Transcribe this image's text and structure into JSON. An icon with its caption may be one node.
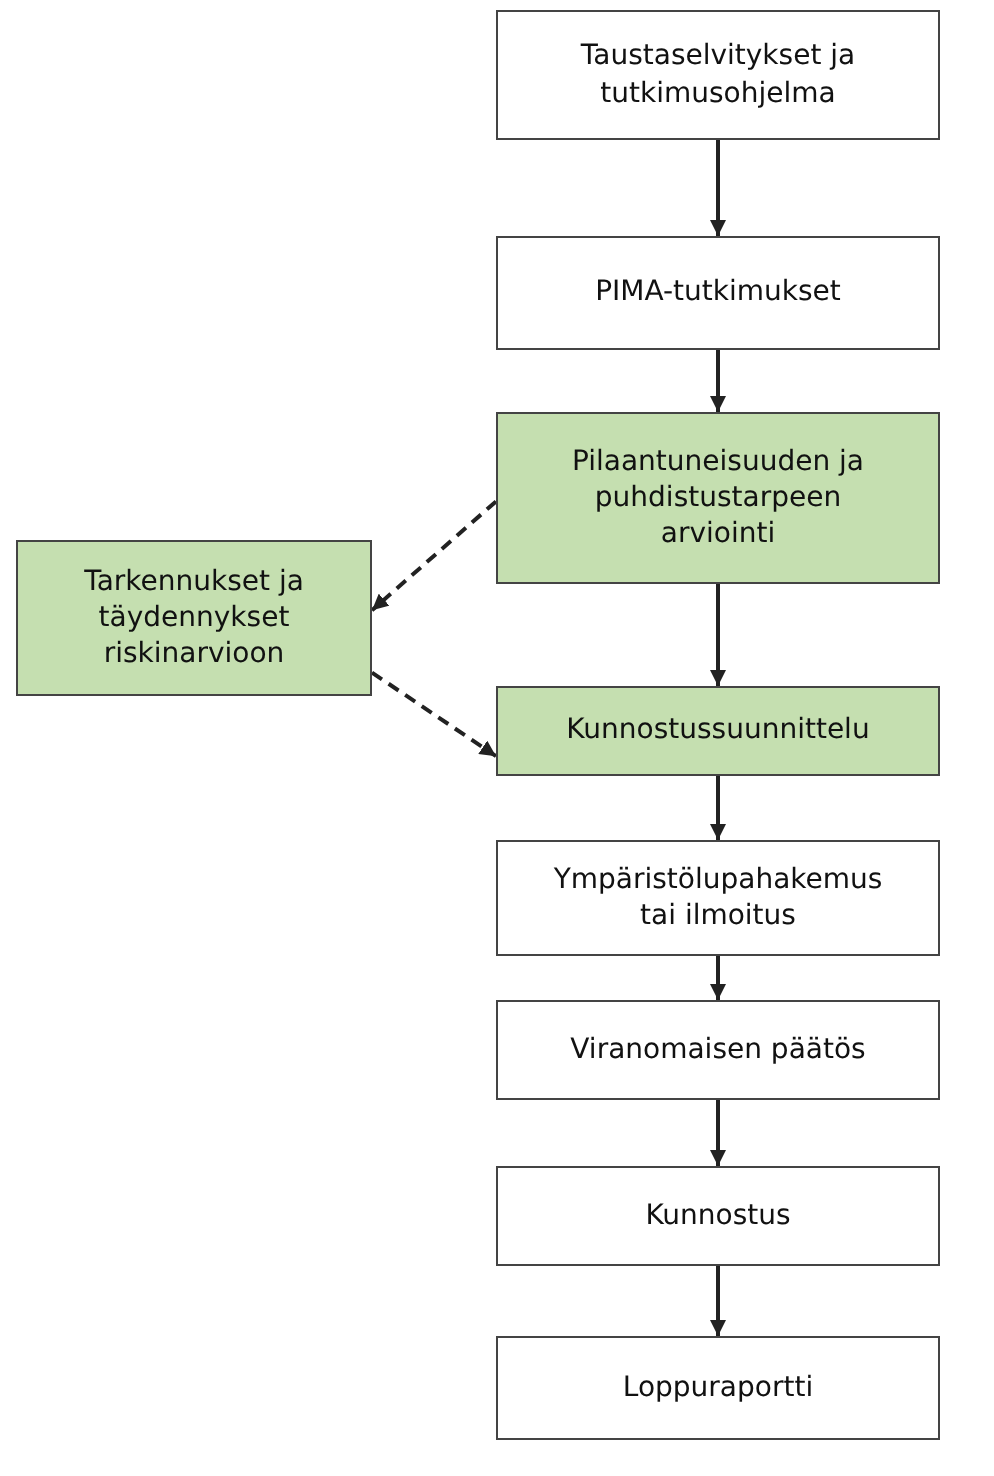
{
  "diagram": {
    "nodes": [
      {
        "text": [
          "Taustaselvitykset ja tutkimusohjelma"
        ]
      },
      {
        "text": [
          "PIMA-tutkimukset"
        ]
      },
      {
        "text": [
          "Pilaantuneisuuden ja puhdistustarpeen arviointi"
        ]
      },
      {
        "text": [
          "Tarkennukset ja täydennykset riskinarvioon"
        ]
      },
      {
        "text": [
          "Kunnostussuunnittelu"
        ]
      },
      {
        "text": [
          "Ympäristölupahakemus tai ilmoitus"
        ]
      },
      {
        "text": [
          "Viranomaisen päätös"
        ]
      },
      {
        "text": [
          "Kunnostus"
        ]
      },
      {
        "text": [
          "Loppuraportti"
        ]
      }
    ],
    "edges": [
      {
        "from": 0,
        "to": 1,
        "arrow": "to"
      },
      {
        "from": 1,
        "to": 2,
        "arrow": "to"
      },
      {
        "from": 2,
        "to": 4,
        "arrow": "to"
      },
      {
        "from": 2,
        "to": 3,
        "arrow": "to",
        "style": "dashed"
      },
      {
        "from": 3,
        "to": 4,
        "arrow": "to",
        "style": "dashed"
      },
      {
        "from": 4,
        "to": 5,
        "arrow": "to"
      },
      {
        "from": 5,
        "to": 6,
        "arrow": "to"
      },
      {
        "from": 6,
        "to": 7,
        "arrow": "to"
      },
      {
        "from": 7,
        "to": 8,
        "arrow": "to"
      }
    ]
  }
}
